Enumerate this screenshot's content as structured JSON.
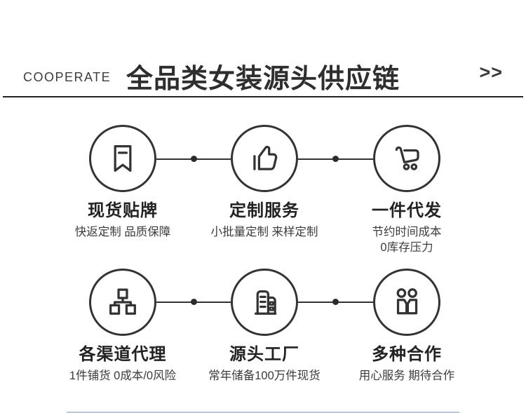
{
  "header": {
    "eyebrow": "COOPERATE",
    "title": "全品类女装源头供应链",
    "more_label": ">>"
  },
  "colors": {
    "ink": "#333333",
    "rule": "#242424",
    "bottom_accent": "#b9c6dc"
  },
  "icons": [
    "bookmark-icon",
    "thumbs-up-icon",
    "cart-icon",
    "org-chart-icon",
    "factory-icon",
    "partnership-icon"
  ],
  "features": [
    {
      "icon": "bookmark-icon",
      "title": "现货贴牌",
      "subtitle": [
        "快返定制 品质保障"
      ]
    },
    {
      "icon": "thumbs-up-icon",
      "title": "定制服务",
      "subtitle": [
        "小批量定制 来样定制"
      ]
    },
    {
      "icon": "cart-icon",
      "title": "一件代发",
      "subtitle": [
        "节约时间成本",
        "0库存压力"
      ]
    },
    {
      "icon": "org-chart-icon",
      "title": "各渠道代理",
      "subtitle": [
        "1件铺货 0成本/0风险"
      ]
    },
    {
      "icon": "factory-icon",
      "title": "源头工厂",
      "subtitle": [
        "常年储备100万件现货"
      ]
    },
    {
      "icon": "partnership-icon",
      "title": "多种合作",
      "subtitle": [
        "用心服务 期待合作"
      ]
    }
  ]
}
